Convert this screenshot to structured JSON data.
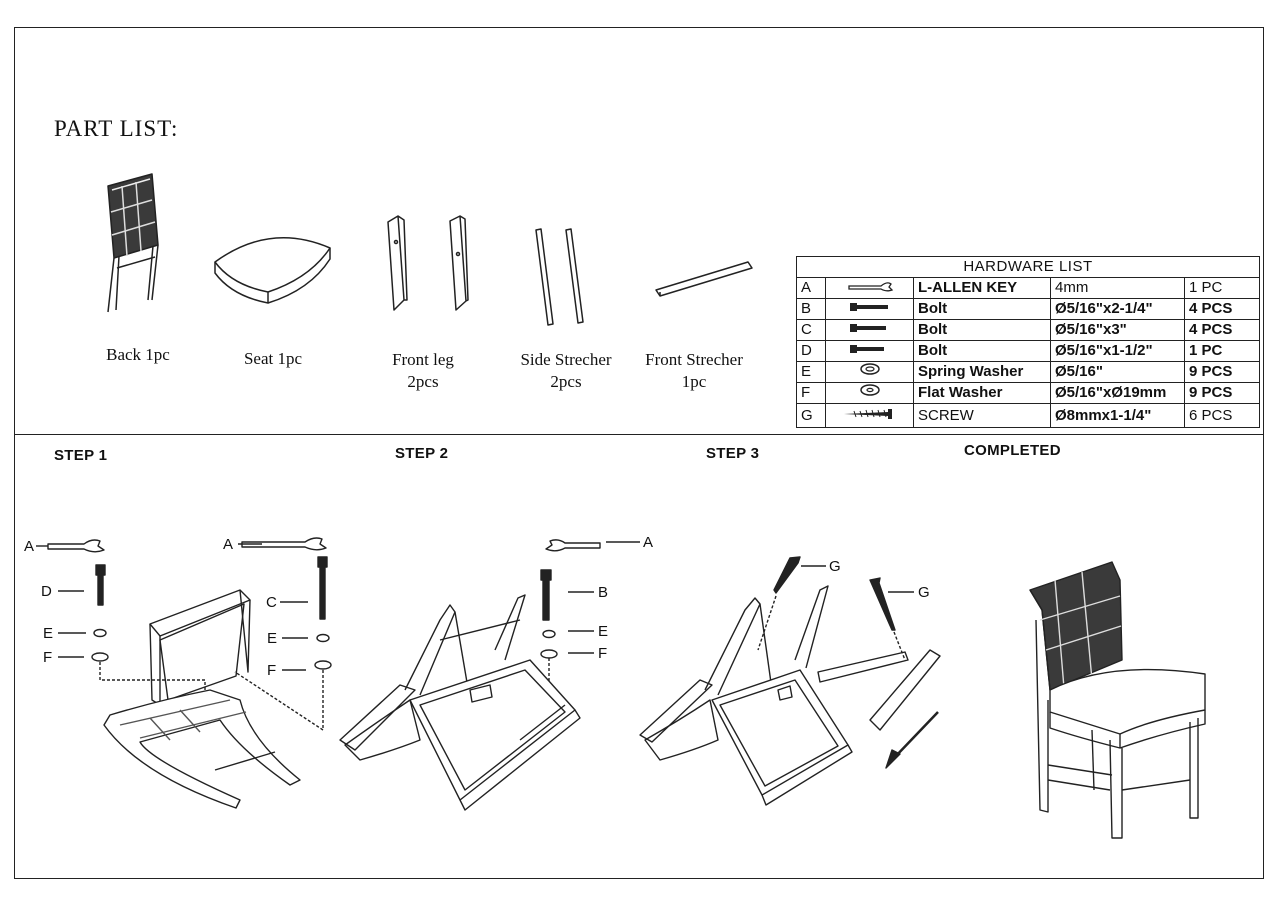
{
  "part_list": {
    "title": "PART LIST:",
    "items": [
      {
        "name": "Back 1pc"
      },
      {
        "name": "Seat 1pc"
      },
      {
        "name": "Front  leg",
        "qty": "2pcs"
      },
      {
        "name": "Side Strecher",
        "qty": "2pcs"
      },
      {
        "name": "Front  Strecher",
        "qty": "1pc"
      }
    ]
  },
  "hardware": {
    "title": "HARDWARE  LIST",
    "rows": [
      {
        "letter": "A",
        "icon": "allen-key-icon",
        "name": "L-ALLEN KEY",
        "size": "4mm",
        "qty": "1  PC"
      },
      {
        "letter": "B",
        "icon": "bolt-icon",
        "name": "Bolt",
        "size": "Ø5/16\"x2-1/4\"",
        "qty": "4  PCS"
      },
      {
        "letter": "C",
        "icon": "bolt-icon",
        "name": "Bolt",
        "size": "Ø5/16\"x3\"",
        "qty": "4  PCS"
      },
      {
        "letter": "D",
        "icon": "bolt-icon",
        "name": "Bolt",
        "size": "Ø5/16\"x1-1/2\"",
        "qty": "1  PC"
      },
      {
        "letter": "E",
        "icon": "spring-washer-icon",
        "name": "Spring Washer",
        "size": "Ø5/16\"",
        "qty": "9 PCS"
      },
      {
        "letter": "F",
        "icon": "flat-washer-icon",
        "name": "Flat Washer",
        "size": "Ø5/16\"xØ19mm",
        "qty": "9 PCS"
      },
      {
        "letter": "G",
        "icon": "screw-icon",
        "name": "SCREW",
        "size": "Ø8mmx1-1/4\"",
        "qty": "6 PCS"
      }
    ]
  },
  "steps": [
    {
      "label": "STEP 1",
      "callouts": [
        "A",
        "D",
        "E",
        "F",
        "A",
        "C",
        "E",
        "F"
      ]
    },
    {
      "label": "STEP 2",
      "callouts": [
        "A",
        "B",
        "E",
        "F"
      ]
    },
    {
      "label": "STEP 3",
      "callouts": [
        "G",
        "G"
      ]
    },
    {
      "label": "COMPLETED"
    }
  ]
}
